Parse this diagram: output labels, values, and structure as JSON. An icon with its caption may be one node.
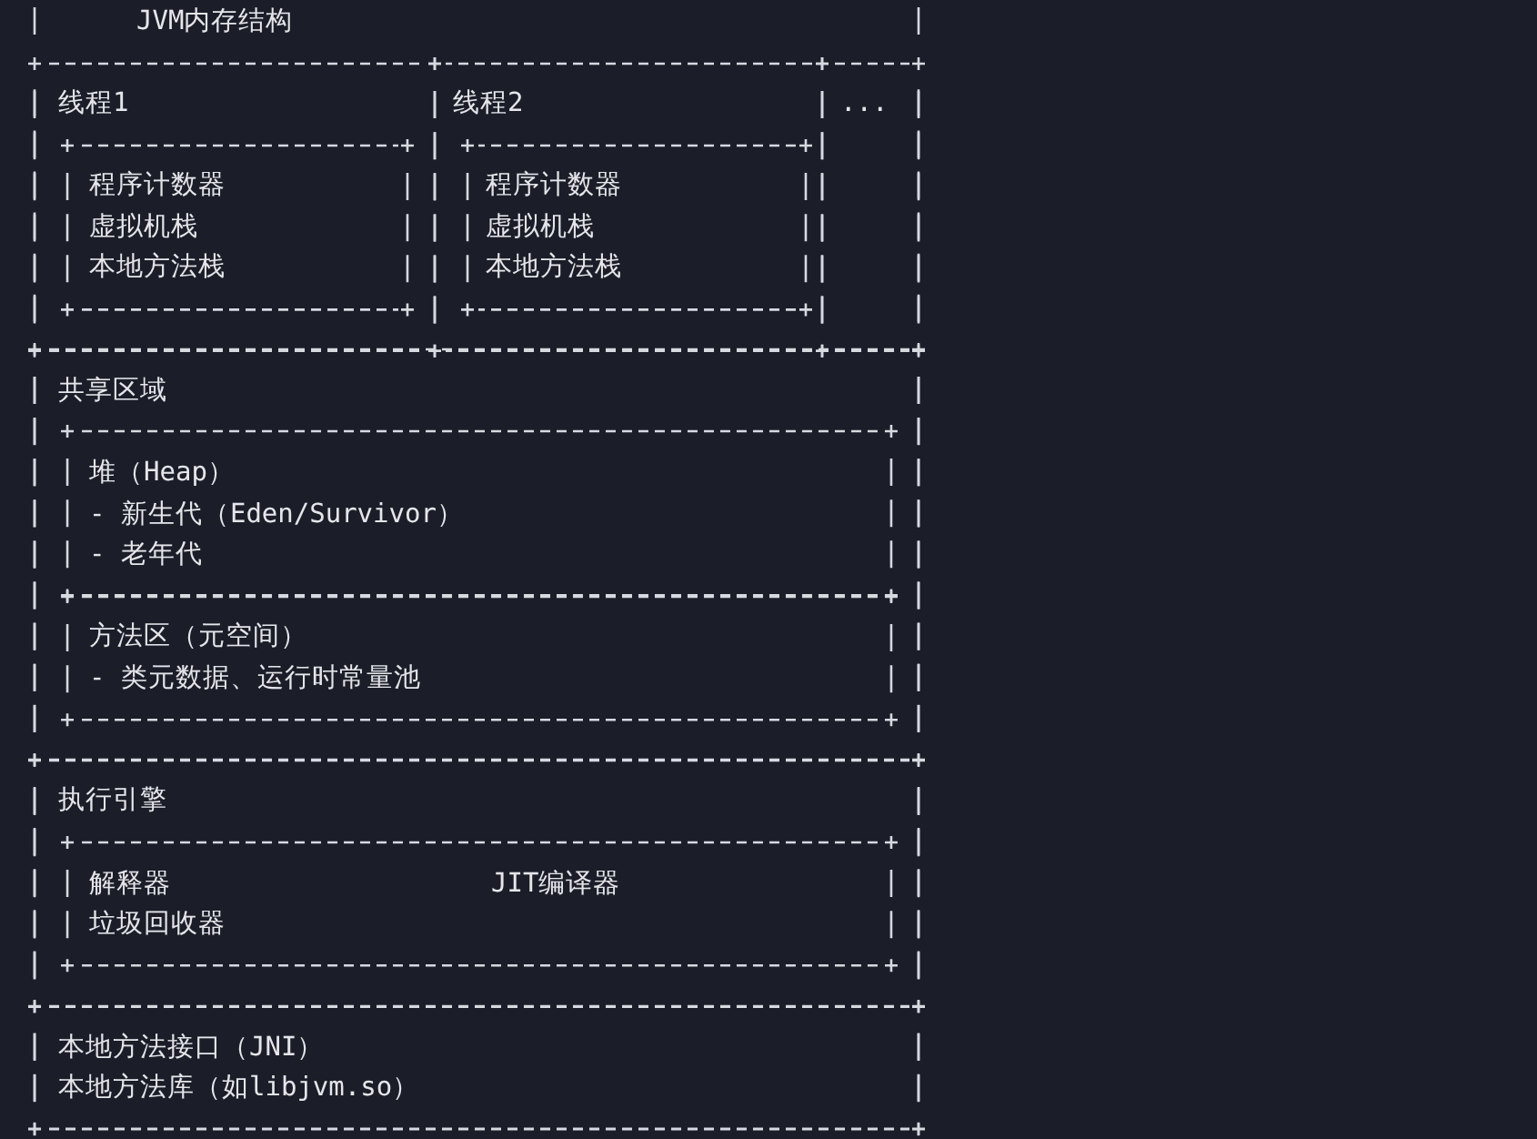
{
  "diagram": {
    "nodes": [
      {
        "text": [
          "JVM内存结构"
        ]
      },
      {
        "text": [
          "线程1"
        ],
        "in": 0
      },
      {
        "text": [
          "程序计数器",
          "虚拟机栈",
          "本地方法栈"
        ],
        "in": 1
      },
      {
        "text": [
          "线程2"
        ],
        "in": 0
      },
      {
        "text": [
          "程序计数器",
          "虚拟机栈",
          "本地方法栈"
        ],
        "in": 3
      },
      {
        "text": [
          "..."
        ],
        "in": 0
      },
      {
        "text": [
          "共享区域"
        ],
        "in": 0
      },
      {
        "text": [
          "堆（Heap）",
          "- 新生代（Eden/Survivor）",
          "- 老年代"
        ],
        "in": 6
      },
      {
        "text": [
          "方法区（元空间）",
          "- 类元数据、运行时常量池"
        ],
        "in": 6
      },
      {
        "text": [
          "执行引擎"
        ],
        "in": 0
      },
      {
        "text": [
          "解释器",
          "JIT编译器",
          "垃圾回收器"
        ],
        "in": 9
      },
      {
        "text": [
          "本地方法接口（JNI）",
          "本地方法库（如libjvm.so）"
        ],
        "in": 0
      }
    ]
  }
}
